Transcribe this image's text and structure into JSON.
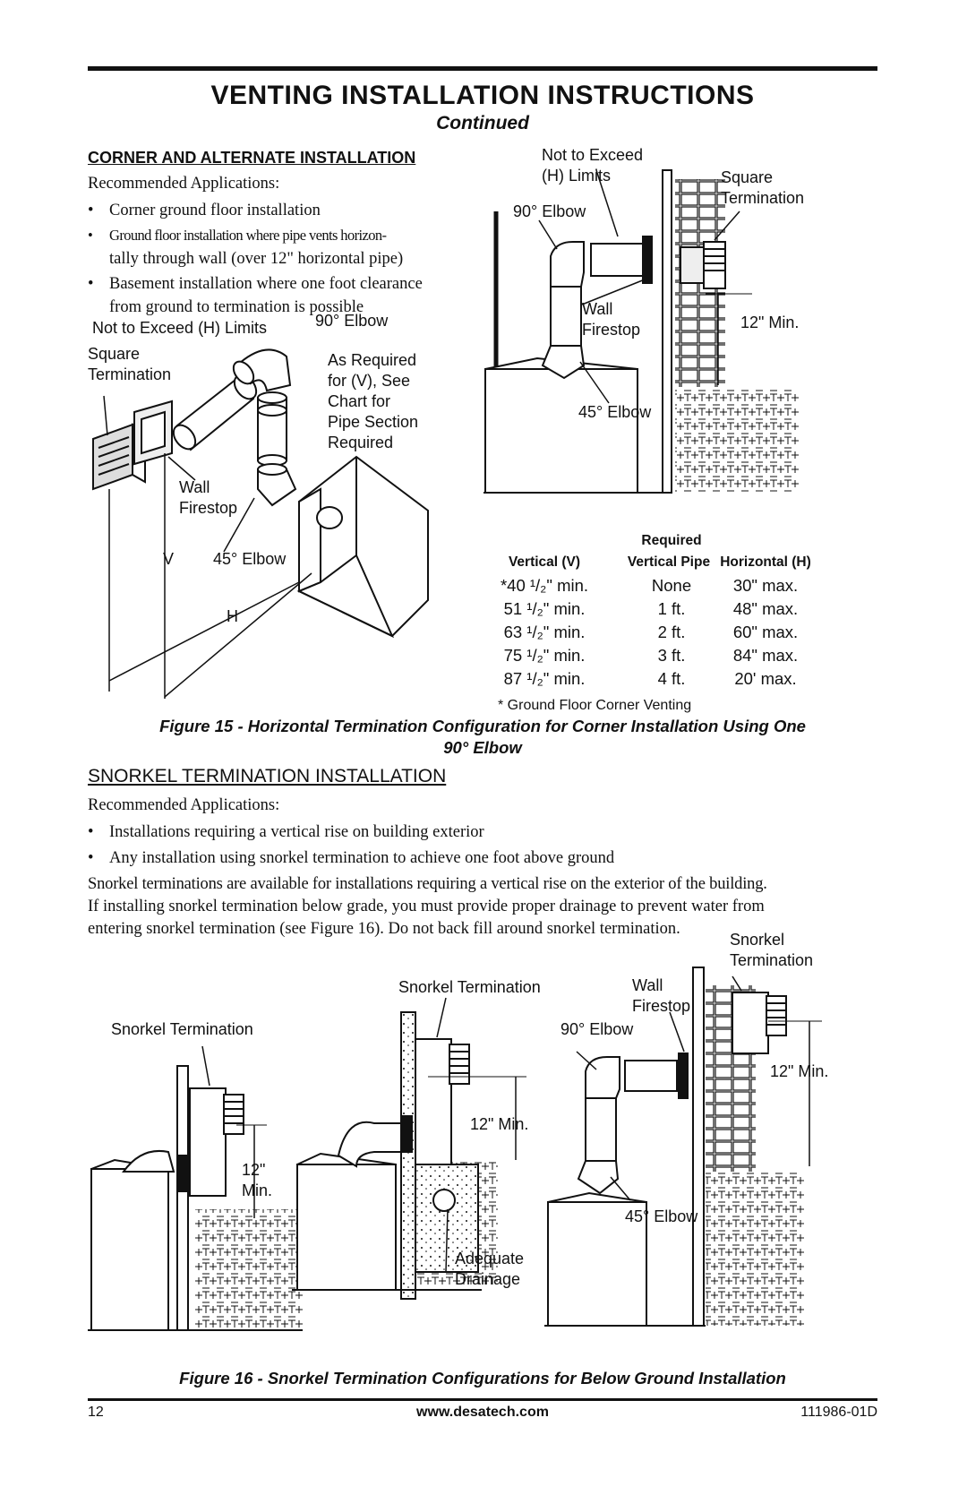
{
  "header": {
    "title": "VENTING INSTALLATION INSTRUCTIONS",
    "subtitle": "Continued"
  },
  "corner": {
    "heading": "CORNER AND ALTERNATE INSTALLATION",
    "intro": "Recommended Applications:",
    "bullets": [
      "Corner ground floor installation",
      "Ground floor installation where pipe vents horizon-",
      "tally through wall (over 12\" horizontal pipe)",
      "Basement installation where one foot clearance",
      "from ground to termination is possible"
    ]
  },
  "fig15_left": {
    "limits": "Not to Exceed (H) Limits",
    "elbow90": "90° Elbow",
    "square1": "Square",
    "square2": "Termination",
    "as_required": [
      "As Required",
      "for (V), See",
      "Chart for",
      "Pipe Section",
      "Required"
    ],
    "wall": "Wall",
    "firestop": "Firestop",
    "v": "V",
    "elbow45": "45° Elbow",
    "h": "H"
  },
  "fig15_right": {
    "limits1": "Not to Exceed",
    "limits2": "(H) Limits",
    "square1": "Square",
    "square2": "Termination",
    "elbow90": "90° Elbow",
    "wall": "Wall",
    "firestop": "Firestop",
    "min12": "12\" Min.",
    "elbow45": "45° Elbow"
  },
  "vent_table": {
    "headers": [
      "Vertical (V)",
      "Required",
      "Vertical Pipe",
      "Horizontal (H)"
    ],
    "rows": [
      [
        "*40 ¹/₂\" min.",
        "None",
        "30\" max."
      ],
      [
        "51 ¹/₂\" min.",
        "1 ft.",
        "48\" max."
      ],
      [
        "63 ¹/₂\" min.",
        "2 ft.",
        "60\" max."
      ],
      [
        "75 ¹/₂\" min.",
        "3 ft.",
        "84\" max."
      ],
      [
        "87 ¹/₂\" min.",
        "4 ft.",
        "20' max."
      ]
    ],
    "note": "* Ground Floor Corner Venting"
  },
  "fig15_caption": {
    "line1": "Figure 15 - Horizontal Termination Configuration for Corner Installation Using One",
    "line2": "90° Elbow"
  },
  "snorkel": {
    "heading": "SNORKEL TERMINATION INSTALLATION",
    "intro": "Recommended Applications:",
    "bullets": [
      "Installations requiring a vertical rise on building exterior",
      "Any installation using snorkel termination to achieve one foot above ground"
    ],
    "para": [
      "Snorkel terminations are available for installations requiring a vertical rise on the exterior of the building.",
      "If installing snorkel termination below grade, you must provide proper drainage to prevent water from",
      "entering snorkel termination (see Figure 16). Do not back fill around snorkel termination."
    ]
  },
  "fig16": {
    "snorkel_term": "Snorkel Termination",
    "min12a": "12\"",
    "min12b": "Min.",
    "min12": "12\" Min.",
    "adequate": "Adequate",
    "drainage": "Drainage",
    "wall": "Wall",
    "firestop": "Firestop",
    "elbow90": "90° Elbow",
    "elbow45": "45° Elbow",
    "snorkel1": "Snorkel",
    "snorkel2": "Termination",
    "caption": "Figure 16 - Snorkel Termination Configurations for Below Ground Installation"
  },
  "footer": {
    "page": "12",
    "url": "www.desatech.com",
    "doc": "111986-01D"
  }
}
